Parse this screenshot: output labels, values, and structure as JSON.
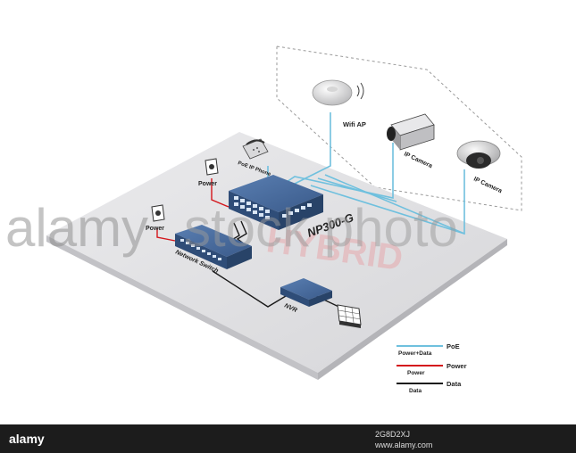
{
  "devices": {
    "wifi_ap": "Wifi AP",
    "ip_camera_1": "IP Camera",
    "ip_camera_2": "IP Camera",
    "poe_phone": "PoE IP Phone",
    "power_1": "Power",
    "power_2": "Power",
    "poe_switch_model": "NP300-G",
    "network_switch": "Network Switch",
    "nvr": "NVR"
  },
  "legend": {
    "poe": {
      "line_label": "Power+Data",
      "text": "PoE",
      "color": "#6fc0de"
    },
    "power": {
      "line_label": "Power",
      "text": "Power",
      "color": "#d4161c"
    },
    "data": {
      "line_label": "Data",
      "text": "Data",
      "color": "#1a1a1a"
    }
  },
  "watermark": {
    "brand": "alamy",
    "stock": "stock photo",
    "extra": "HYBRID",
    "id": "2G8D2XJ",
    "site": "www.alamy.com"
  },
  "colors": {
    "floor": "#e2e2e4",
    "switch_blue": "#3d5f8f",
    "cable_poe": "#6fc0de",
    "cable_power": "#d4161c",
    "cable_data": "#1a1a1a"
  }
}
